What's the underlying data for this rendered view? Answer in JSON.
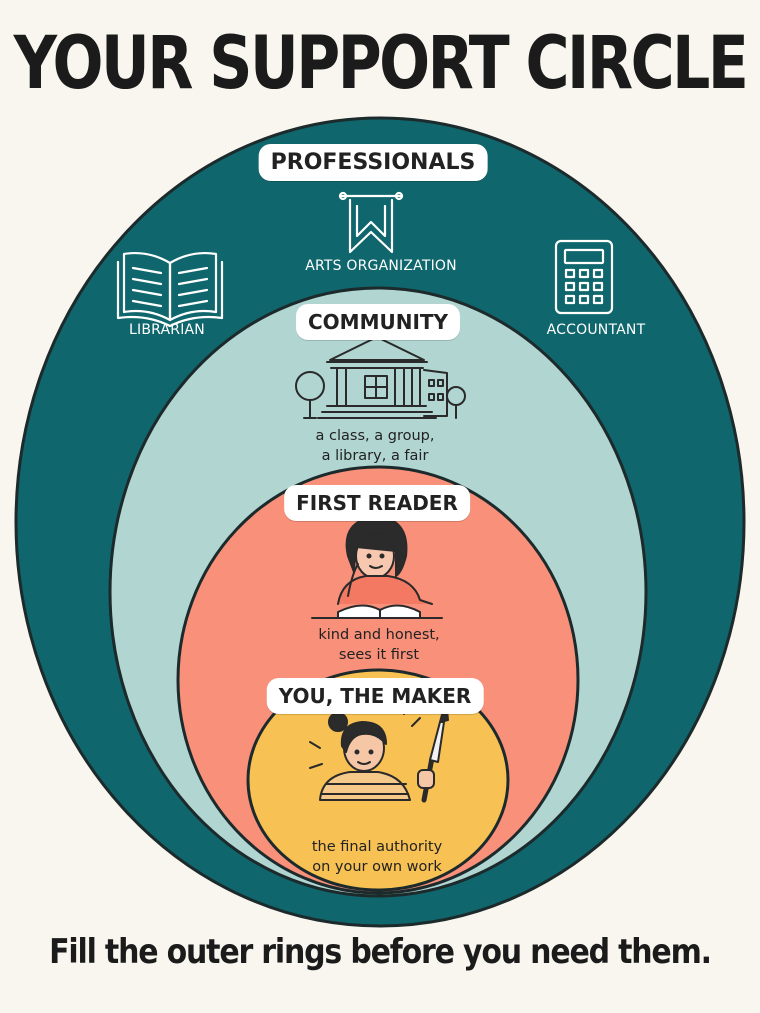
{
  "title": "YOUR SUPPORT CIRCLE",
  "footer": "Fill the outer rings before you need them.",
  "colors": {
    "background": "#f9f6ef",
    "professionals": "#0f666c",
    "community": "#b1d6d2",
    "first_reader": "#f8907a",
    "maker": "#f7c153"
  },
  "rings": {
    "professionals": {
      "label": "PROFESSIONALS",
      "items": [
        {
          "name": "LIBRARIAN",
          "icon": "open-book-icon"
        },
        {
          "name": "ARTS ORGANIZATION",
          "icon": "banner-icon"
        },
        {
          "name": "ACCOUNTANT",
          "icon": "calculator-icon"
        }
      ]
    },
    "community": {
      "label": "COMMUNITY",
      "icon": "building-icon",
      "desc_line1": "a class, a group,",
      "desc_line2": "a library, a fair"
    },
    "first_reader": {
      "label": "FIRST READER",
      "icon": "reader-icon",
      "desc_line1": "kind and honest,",
      "desc_line2": "sees it first"
    },
    "maker": {
      "label": "YOU, THE MAKER",
      "icon": "maker-icon",
      "desc_line1": "the final authority",
      "desc_line2": "on your own work"
    }
  }
}
